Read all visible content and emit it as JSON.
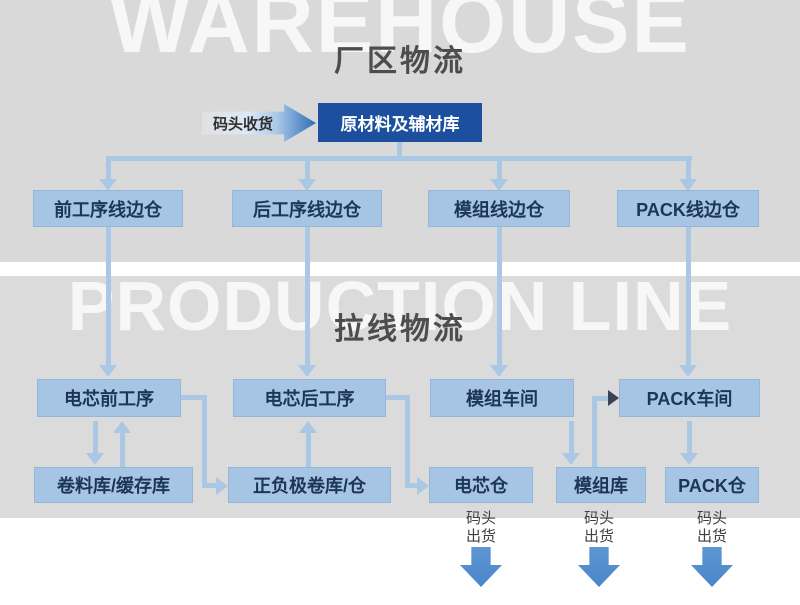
{
  "sections": {
    "warehouse": {
      "watermark": "WAREHOUSE",
      "title": "厂区物流"
    },
    "production": {
      "watermark": "PRODUCTION LINE",
      "title": "拉线物流"
    }
  },
  "flow": {
    "dock_receiving_label": "码头收货",
    "raw_materials_store": "原材料及辅材库",
    "lineside_stores": [
      "前工序线边仓",
      "后工序线边仓",
      "模组线边仓",
      "PACK线边仓"
    ],
    "workshops": [
      "电芯前工序",
      "电芯后工序",
      "模组车间",
      "PACK车间"
    ],
    "stores": [
      "卷料库/缓存库",
      "正负极卷库/仓",
      "电芯仓",
      "模组库",
      "PACK仓"
    ],
    "dock_shipping_label": "码头出货"
  },
  "colors": {
    "section_bg_top": "#d9d9d9",
    "section_bg_bottom": "#dbdbdb",
    "watermark_white": "rgba(255,255,255,0.78)",
    "title_gray": "#4d4d4d",
    "dark_box_bg": "#1d4f9f",
    "dark_box_text": "#ffffff",
    "light_box_bg": "#a6c5e5",
    "light_box_border": "#93b7db",
    "light_box_text": "#1d3557",
    "connector": "#aac7e4",
    "dark_arrowhead": "#3a4454",
    "ship_arrow": "#4a86c9",
    "ship_label_text": "#3f3f3f"
  }
}
